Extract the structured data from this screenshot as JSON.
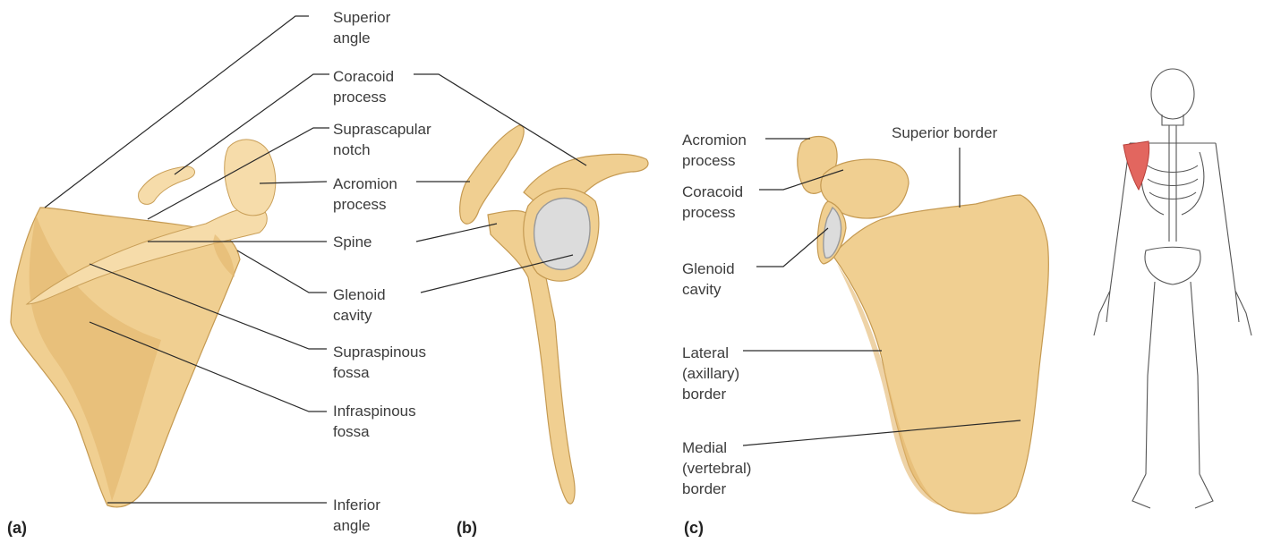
{
  "labels_a": {
    "superior_angle": "Superior\nangle",
    "coracoid_process": "Coracoid\nprocess",
    "suprascapular_notch": "Suprascapular\nnotch",
    "acromion_process": "Acromion\nprocess",
    "spine": "Spine",
    "glenoid_cavity": "Glenoid\ncavity",
    "supraspinous_fossa": "Supraspinous\nfossa",
    "infraspinous_fossa": "Infraspinous\nfossa",
    "inferior_angle": "Inferior\nangle"
  },
  "labels_c": {
    "acromion_process": "Acromion\nprocess",
    "coracoid_process": "Coracoid\nprocess",
    "glenoid_cavity": "Glenoid\ncavity",
    "lateral_border": "Lateral\n(axillary)\nborder",
    "medial_border": "Medial\n(vertebral)\nborder",
    "superior_border": "Superior border"
  },
  "panels": {
    "a": "(a)",
    "b": "(b)",
    "c": "(c)"
  },
  "colors": {
    "bone": "#f0cf91",
    "bone_outline": "#c59a52",
    "glenoid": "#dcdcdc",
    "highlight": "#e2665f",
    "leader": "#2a2a2a"
  }
}
